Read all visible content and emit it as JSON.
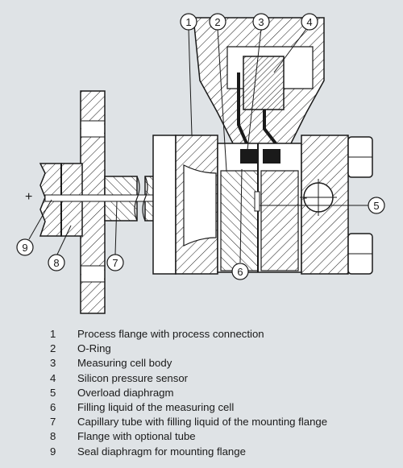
{
  "diagram": {
    "callouts": [
      "1",
      "2",
      "3",
      "4",
      "5",
      "6",
      "7",
      "8",
      "9"
    ],
    "plus_sign": "+",
    "minus_sign": "-"
  },
  "legend": [
    {
      "num": "1",
      "text": "Process flange with process connection"
    },
    {
      "num": "2",
      "text": "O-Ring"
    },
    {
      "num": "3",
      "text": "Measuring cell body"
    },
    {
      "num": "4",
      "text": "Silicon pressure sensor"
    },
    {
      "num": "5",
      "text": "Overload diaphragm"
    },
    {
      "num": "6",
      "text": "Filling liquid of the measuring cell"
    },
    {
      "num": "7",
      "text": "Capillary tube with filling liquid of the mounting flange"
    },
    {
      "num": "8",
      "text": "Flange with optional tube"
    },
    {
      "num": "9",
      "text": "Seal diaphragm for mounting flange"
    }
  ],
  "colors": {
    "background": "#dfe3e6",
    "section_fill": "#ffffff",
    "metal_fill": "#d4d4d4",
    "outline": "#1a1a1a"
  }
}
